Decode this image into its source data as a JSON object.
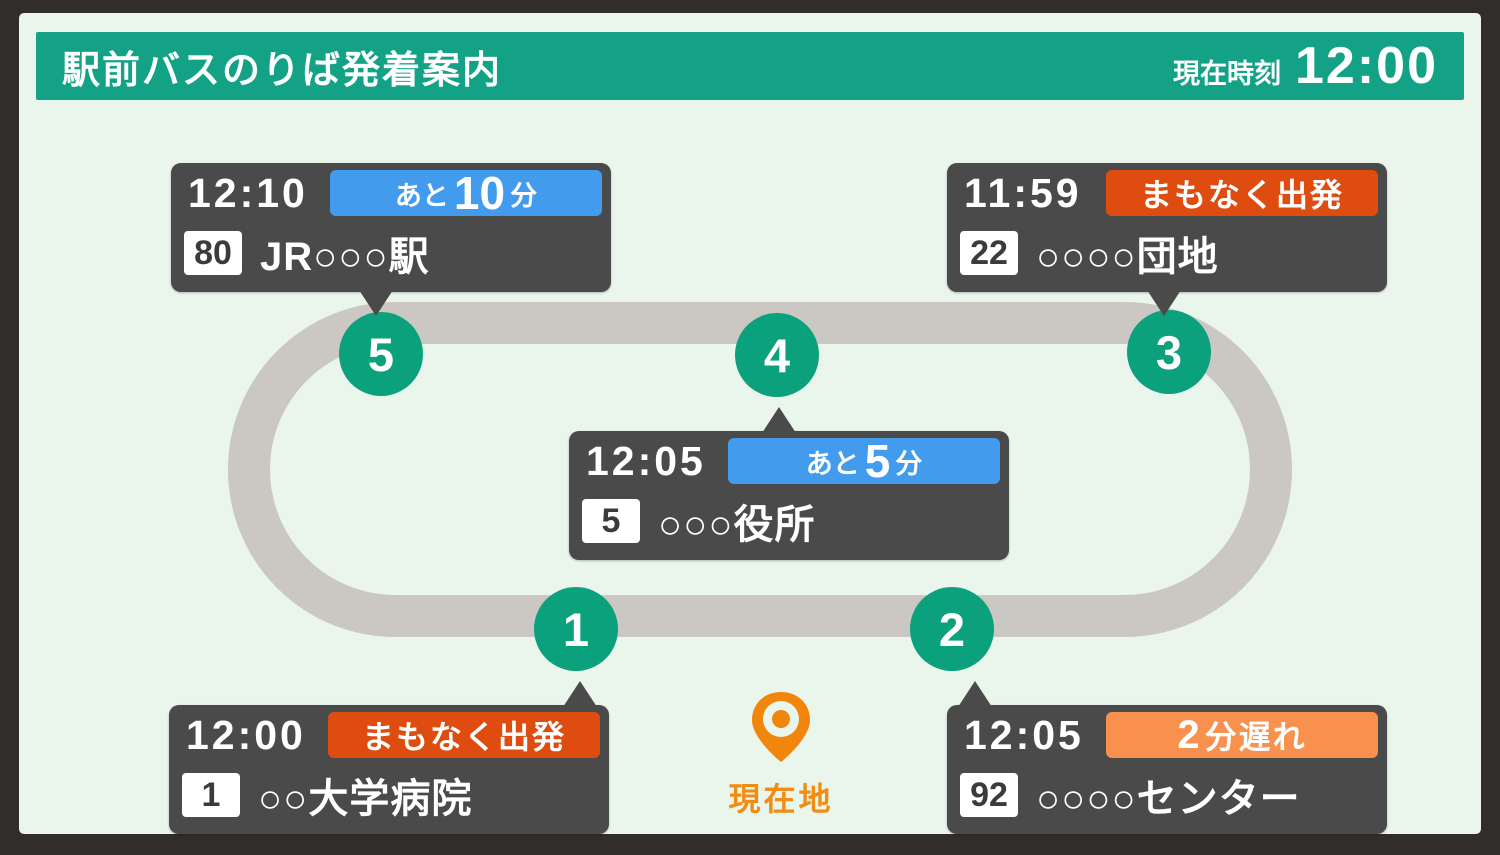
{
  "header": {
    "title": "駅前バスのりば発着案内",
    "clock_label": "現在時刻",
    "clock_time": "12:00"
  },
  "colors": {
    "frame": "#312d2d",
    "panel_bg": "#eaf5ec",
    "header_green": "#14a287",
    "stop_green": "#0ba17d",
    "track_gray": "#cbc7c3",
    "card_bg": "#4a4a4a",
    "badge_blue": "#429bec",
    "badge_red": "#df4c10",
    "badge_orange": "#f8914e",
    "location_orange": "#f08409"
  },
  "stops": {
    "s1": "1",
    "s2": "2",
    "s3": "3",
    "s4": "4",
    "s5": "5"
  },
  "cards": {
    "stop5": {
      "time": "12:10",
      "badge": {
        "prefix": "あと",
        "number": "10",
        "suffix": "分"
      },
      "route": "80",
      "destination": "JR○○○駅"
    },
    "stop3": {
      "time": "11:59",
      "badge": {
        "text": "まもなく出発"
      },
      "route": "22",
      "destination": "○○○○団地"
    },
    "stop4": {
      "time": "12:05",
      "badge": {
        "prefix": "あと",
        "number": "5",
        "suffix": "分"
      },
      "route": "5",
      "destination": "○○○役所"
    },
    "stop1": {
      "time": "12:00",
      "badge": {
        "text": "まもなく出発"
      },
      "route": "1",
      "destination": "○○大学病院"
    },
    "stop2": {
      "time": "12:05",
      "badge": {
        "number": "2",
        "suffix": "分遅れ"
      },
      "route": "92",
      "destination": "○○○○センター"
    }
  },
  "current_location": {
    "label": "現在地"
  }
}
